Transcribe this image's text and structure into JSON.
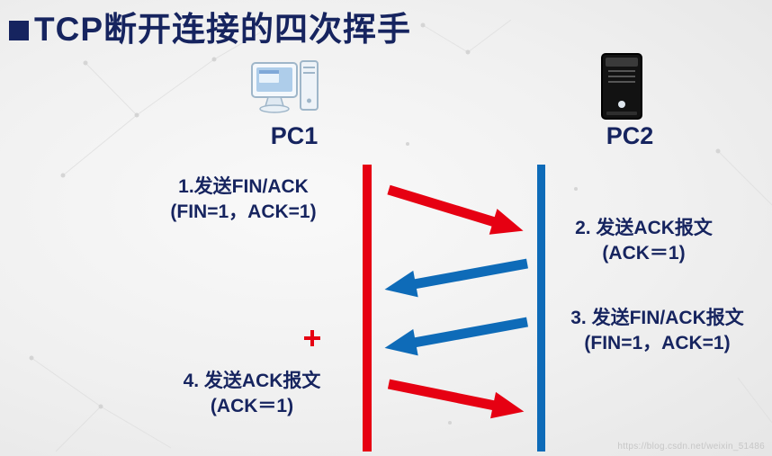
{
  "title": "TCP断开连接的四次挥手",
  "pc1": {
    "label": "PC1"
  },
  "pc2": {
    "label": "PC2"
  },
  "messages": [
    {
      "line1": "1.发送FIN/ACK",
      "line2": "(FIN=1，ACK=1)",
      "direction": "pc1-to-pc2",
      "color": "red"
    },
    {
      "line1": "2. 发送ACK报文",
      "line2": "(ACK＝1)",
      "direction": "pc2-to-pc1",
      "color": "blue"
    },
    {
      "line1": "3. 发送FIN/ACK报文",
      "line2": "(FIN=1，ACK=1)",
      "direction": "pc2-to-pc1",
      "color": "blue"
    },
    {
      "line1": "4. 发送ACK报文",
      "line2": "(ACK＝1)",
      "direction": "pc1-to-pc2",
      "color": "red"
    }
  ],
  "colors": {
    "red": "#e60012",
    "blue": "#0e6bb8",
    "title_navy": "#16245f"
  },
  "watermark": "https://blog.csdn.net/weixin_51486"
}
